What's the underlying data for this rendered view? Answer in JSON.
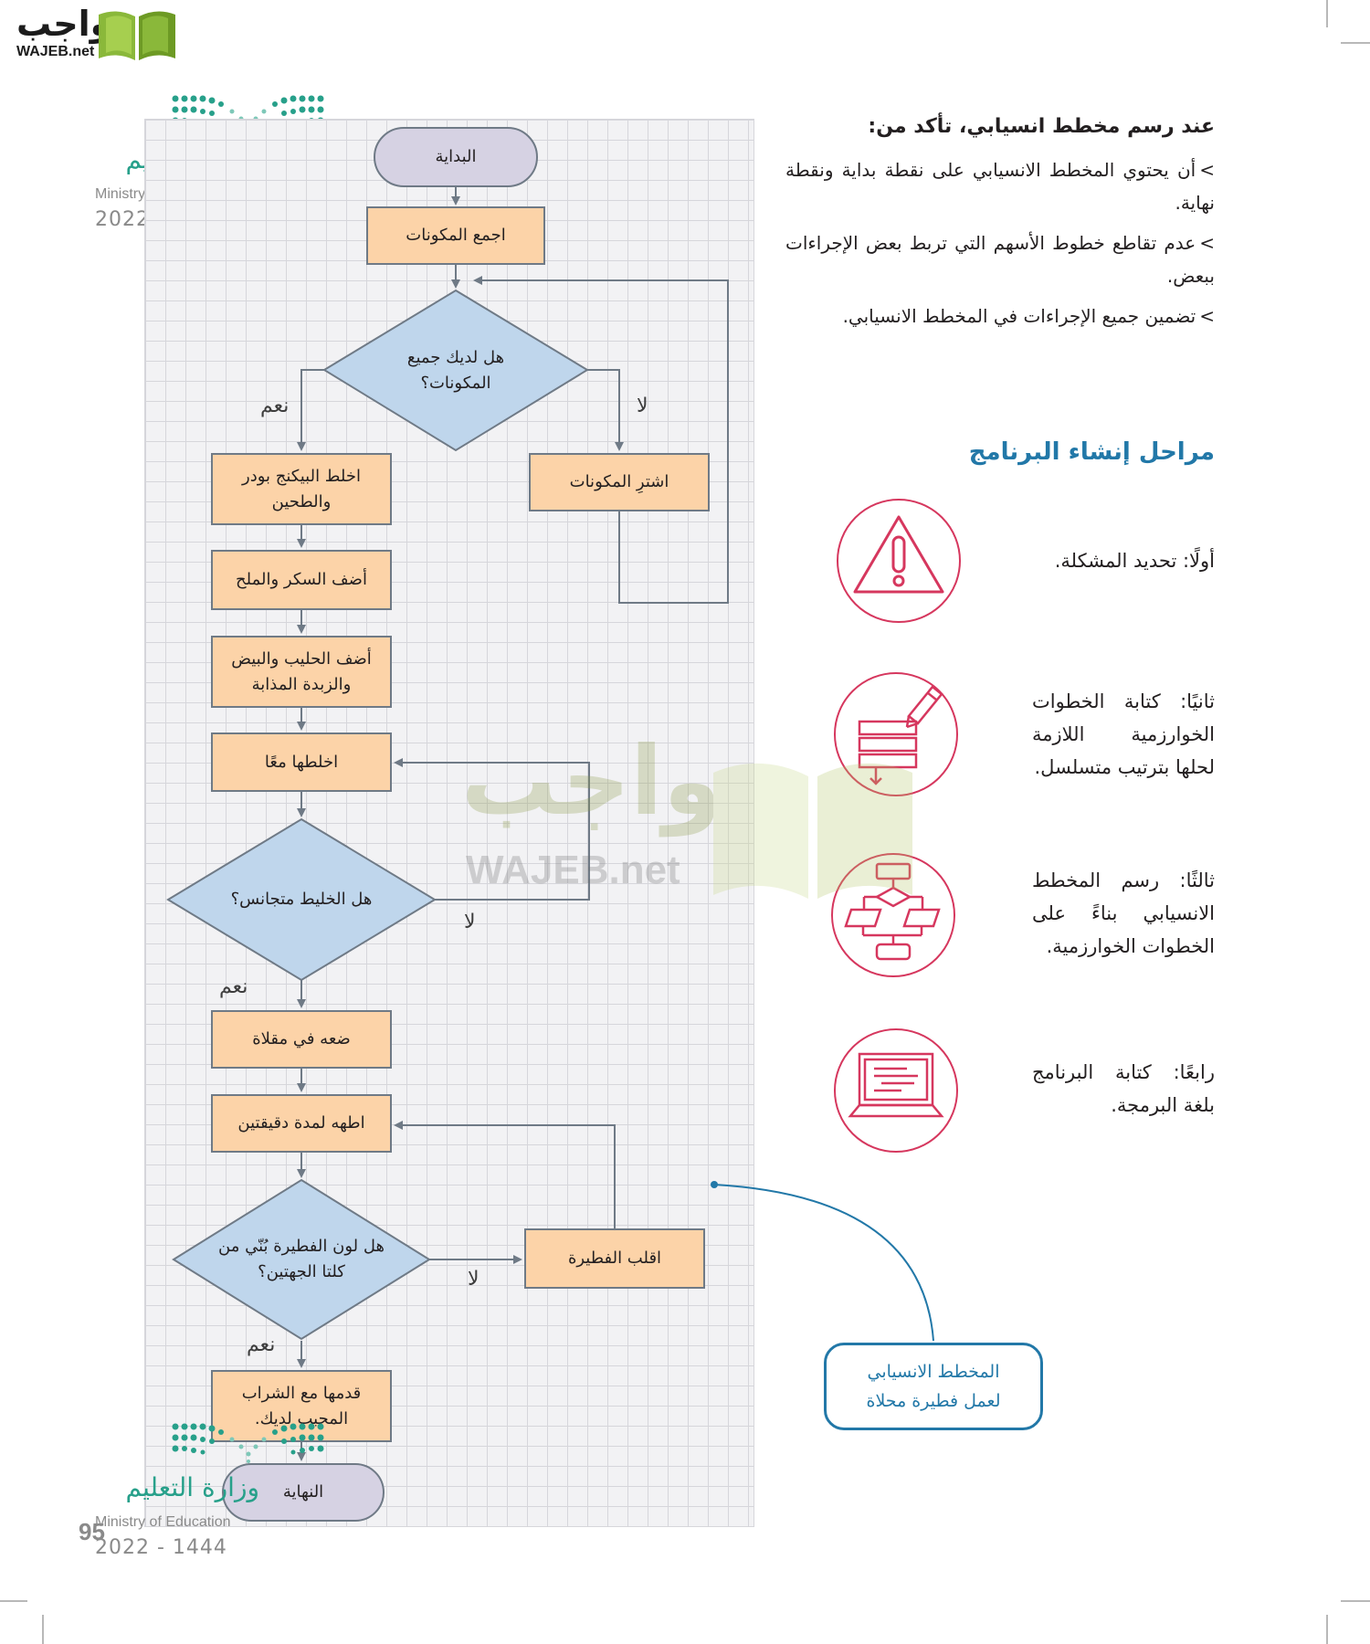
{
  "logo": {
    "arabic": "واجب",
    "english": "WAJEB.net"
  },
  "ministry": {
    "arabic": "وزارة التعليم",
    "english": "Ministry of Education",
    "year": "2022 - 1444"
  },
  "flowchart": {
    "start": "البداية",
    "gather": "اجمع المكونات",
    "have_all": "هل لديك جميع المكونات؟",
    "buy": "اشترِ المكونات",
    "mix_powder": "اخلط البيكنج بودر والطحين",
    "add_sugar": "أضف السكر والملح",
    "add_milk": "أضف الحليب والبيض والزبدة المذابة",
    "mix_together": "اخلطها معًا",
    "homogeneous": "هل الخليط متجانس؟",
    "put_pan": "ضعه في مقلاة",
    "cook": "اطهه لمدة دقيقتين",
    "brown": "هل لون الفطيرة بُنّي من كلتا الجهتين؟",
    "flip": "اقلب الفطيرة",
    "serve": "قدمها مع الشراب المحبب لديك.",
    "end": "النهاية",
    "yes": "نعم",
    "no": "لا"
  },
  "checklist": {
    "heading": "عند رسم مخطط انسيابي، تأكد من:",
    "marker": ">",
    "items": [
      "أن يحتوي المخطط الانسيابي على نقطة بداية ونقطة نهاية.",
      "عدم تقاطع خطوط الأسهم التي تربط بعض الإجراءات ببعض.",
      "تضمين جميع الإجراءات في المخطط الانسيابي."
    ]
  },
  "stages": {
    "title": "مراحل إنشاء البرنامج",
    "items": [
      {
        "text": "أولًا: تحديد المشكلة.",
        "icon": "warning-icon"
      },
      {
        "text": "ثانيًا: كتابة الخطوات الخوارزمية اللازمة لحلها بترتيب متسلسل.",
        "icon": "algorithm-steps-icon"
      },
      {
        "text": "ثالثًا: رسم المخطط الانسيابي بناءً على الخطوات الخوارزمية.",
        "icon": "flowchart-icon"
      },
      {
        "text": "رابعًا: كتابة البرنامج بلغة البرمجة.",
        "icon": "laptop-code-icon"
      }
    ],
    "accent": "#d6375e"
  },
  "callout": {
    "line1": "المخطط الانسيابي",
    "line2": "لعمل فطيرة محلاة"
  },
  "page_number": "95",
  "colors": {
    "process": "#fcd3a8",
    "decision": "#bfd6ec",
    "terminal": "#d6d2e3",
    "line": "#6f7a86",
    "accent_blue": "#2278a8"
  }
}
